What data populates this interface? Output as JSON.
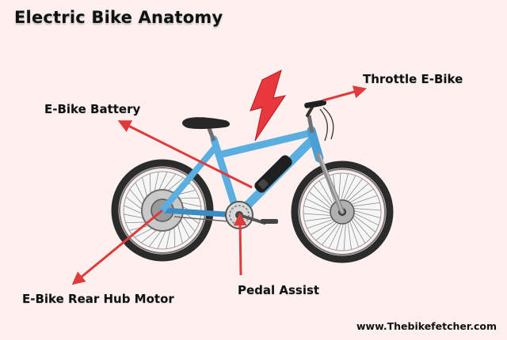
{
  "title": "Electric Bike Anatomy",
  "labels": {
    "battery": "E-Bike Battery",
    "throttle": "Throttle E-Bike",
    "motor": "E-Bike Rear Hub Motor",
    "pedal": "Pedal Assist"
  },
  "website": "www.Thebikefetcher.com",
  "icons": [
    "lightning-bolt-icon"
  ],
  "colors": {
    "background": "#fdf0ef",
    "frame": "#5aaee0",
    "arrow": "#e03a3a",
    "bolt": "#e8383e",
    "tire": "#2b2b2b"
  }
}
